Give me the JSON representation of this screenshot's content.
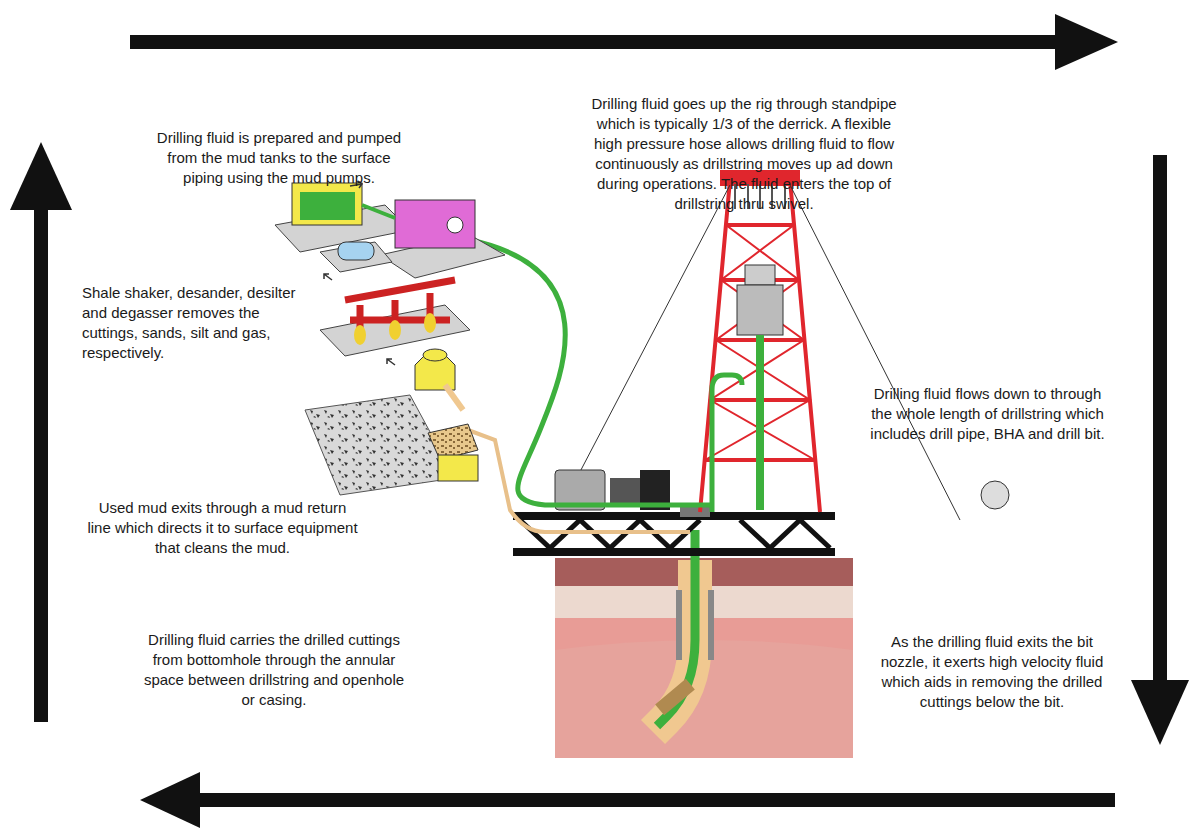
{
  "diagram": {
    "labels": [
      "Drilling fluid is prepared and pumped from the mud tanks to the surface piping using the mud pumps.",
      "Drilling fluid goes up the rig through standpipe which is typically 1/3 of the derrick. A flexible high pressure hose allows drilling fluid to flow continuously as drillstring moves up ad down during operations. The fluid enters the top of drillstring thru swivel.",
      "Shale shaker, desander, desilter and degasser removes the cuttings, sands, silt and gas, respectively.",
      "Drilling fluid flows down to through the whole length of drillstring which includes drill pipe, BHA and drill bit.",
      "Used mud exits through a mud return line which directs it to surface equipment that cleans the mud.",
      "Drilling fluid carries the drilled cuttings from bottomhole through the annular space between drillstring and openhole or casing.",
      "As the drilling fluid exits the bit nozzle, it exerts high velocity fluid which aids in removing the drilled cuttings below the bit."
    ]
  }
}
